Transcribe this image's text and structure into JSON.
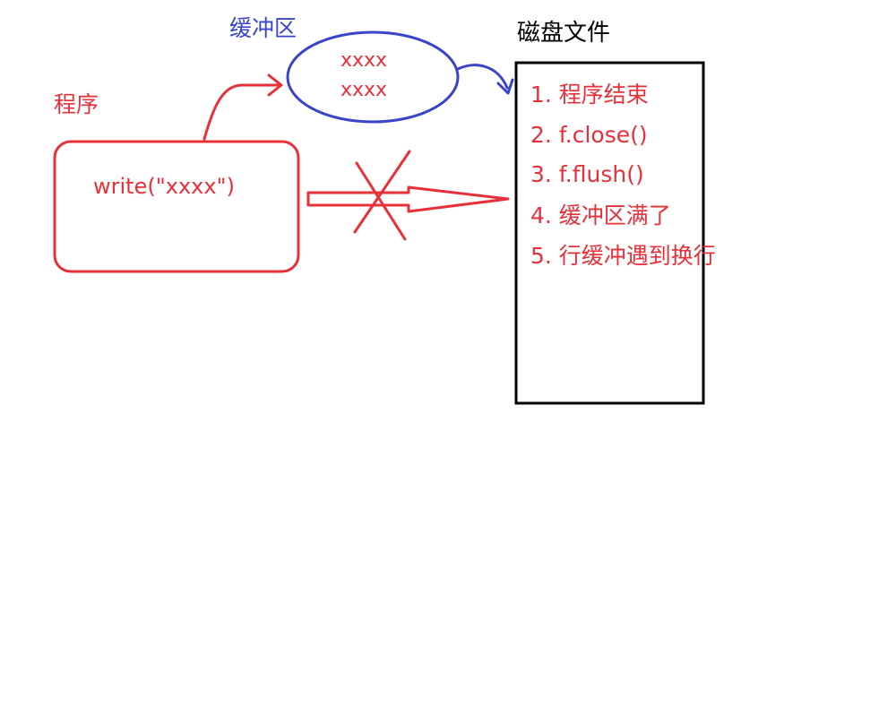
{
  "colors": {
    "red": "#e8303a",
    "blue": "#3a44c8",
    "black": "#000000"
  },
  "program": {
    "label": "程序",
    "code": "write(\"xxxx\")"
  },
  "buffer": {
    "label": "缓冲区",
    "lines": [
      "xxxx",
      "xxxx"
    ]
  },
  "disk": {
    "label": "磁盘文件",
    "conditions": [
      "1. 程序结束",
      "2. f.close()",
      "3. f.flush()",
      "4. 缓冲区满了",
      "5. 行缓冲遇到换行"
    ]
  }
}
